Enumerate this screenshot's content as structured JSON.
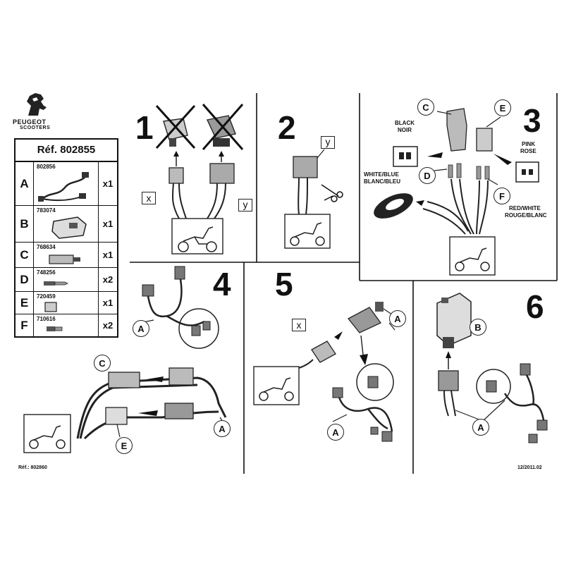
{
  "brand": {
    "name": "PEUGEOT",
    "sub": "SCOOTERS"
  },
  "parts_table": {
    "title": "Réf. 802855",
    "rows": [
      {
        "letter": "A",
        "code": "802856",
        "qty": "x1"
      },
      {
        "letter": "B",
        "code": "783074",
        "qty": "x1"
      },
      {
        "letter": "C",
        "code": "768634",
        "qty": "x1"
      },
      {
        "letter": "D",
        "code": "748256",
        "qty": "x2"
      },
      {
        "letter": "E",
        "code": "720459",
        "qty": "x1"
      },
      {
        "letter": "F",
        "code": "710616",
        "qty": "x2"
      }
    ]
  },
  "steps": {
    "s1": {
      "number": "1",
      "x": "x",
      "y": "y"
    },
    "s2": {
      "number": "2",
      "y": "y"
    },
    "s3": {
      "number": "3",
      "c": "C",
      "d": "D",
      "e": "E",
      "f": "F",
      "black": "BLACK",
      "noir": "NOIR",
      "whiteblue": "WHITE/BLUE",
      "blancbleu": "BLANC/BLEU",
      "pink": "PINK",
      "rose": "ROSE",
      "redwhite": "RED/WHITE",
      "rougeblanc": "ROUGE/BLANC"
    },
    "s4": {
      "number": "4",
      "a1": "A",
      "a2": "A",
      "c": "C",
      "e": "E"
    },
    "s5": {
      "number": "5",
      "x": "x",
      "a1": "A",
      "a2": "A"
    },
    "s6": {
      "number": "6",
      "b": "B",
      "a": "A"
    }
  },
  "footer": {
    "left": "Réf.: 802860",
    "right": "12/2011.02"
  }
}
